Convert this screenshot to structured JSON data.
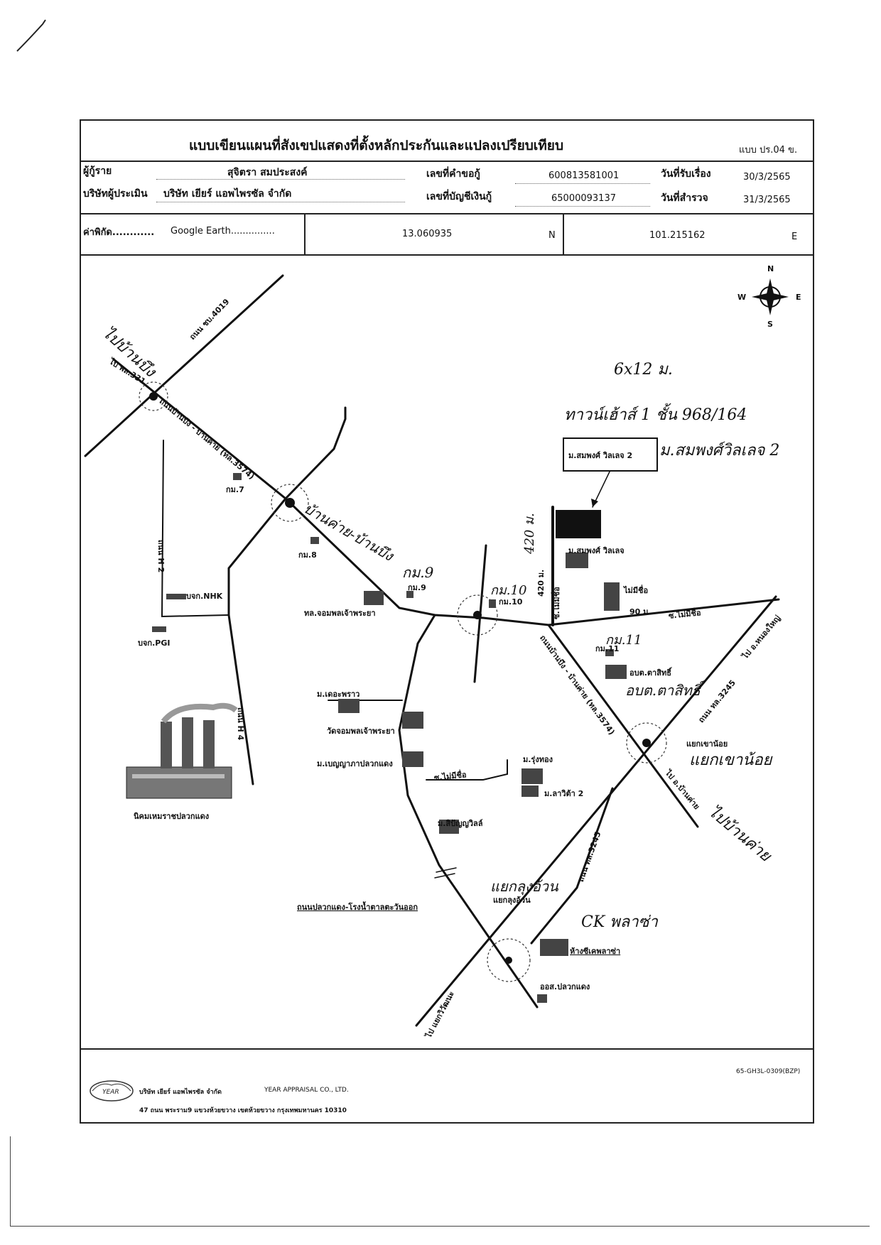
{
  "header": {
    "title": "แบบเขียนแผนที่สังเขปแสดงที่ตั้งหลักประกันและแปลงเปรียบเทียบ",
    "form_code": "แบบ ปร.04 ข."
  },
  "info": {
    "borrower_label": "ผู้กู้ราย",
    "borrower_value": "สุจิตรา สมประสงค์",
    "request_no_label": "เลขที่คำขอกู้",
    "request_no_value": "600813581001",
    "received_date_label": "วันที่รับเรื่อง",
    "received_date_value": "30/3/2565",
    "appraiser_label": "บริษัทผู้ประเมิน",
    "appraiser_value": "บริษัท เยียร์ แอพไพรซัล จำกัด",
    "account_no_label": "เลขที่บัญชีเงินกู้",
    "account_no_value": "65000093137",
    "survey_date_label": "วันที่สำรวจ",
    "survey_date_value": "31/3/2565"
  },
  "coords": {
    "label": "ค่าพิกัด............",
    "source": "Google Earth...............",
    "latitude": "13.060935",
    "lat_dir": "N",
    "longitude": "101.215162",
    "lon_dir": "E"
  },
  "compass": {
    "n": "N",
    "s": "S",
    "e": "E",
    "w": "W"
  },
  "map": {
    "road_4019": "ถนน ชบ.4019",
    "to_ban_bueng_331": "ไป พล.331",
    "road_banbueng_banchai": "ถนนบ้านบึง - บ้านค่าย (ทล.3574)",
    "road_banbueng_banchai_2": "ถนนบ้านบึง - บ้านค่าย (ทล.3574)",
    "km7": "กม.7",
    "km8": "กม.8",
    "km9": "กม.9",
    "km10": "กม.10",
    "km11": "กม.11",
    "road_h2": "ถนน H 2",
    "road_h4": "ถนน H 4",
    "ngv_station": "บจก.NHK",
    "ptt_station": "บจก.PGI",
    "camp": "ทล.จอมพลเจ้าพระยา",
    "village_callout": "ม.สมพงศ์ วิลเลจ 2",
    "village_block": "ม.สมพงศ์ วิลเลจ",
    "dist_420": "420 ม.",
    "soi_mai_mi_chue": "ซ.ไม่มีชื่อ",
    "mai_mi_chue": "ไม่มีชื่อ",
    "dist_90": "90 ม.",
    "soi_mai_mi_chue_2": "ซ.ไม่มีชื่อ",
    "to_nong_yai": "ไป อ.หนองใหญ่",
    "tambon_admin": "อบต.ตาสิทธิ์",
    "road_3245": "ถนน ทล.3245",
    "road_3245_b": "ถนน ทล.3245",
    "junction_khao_noi": "แยกเขาน้อย",
    "to_ban_khai": "ไป อ.บ้านค่าย",
    "village_coconut": "ม.เดอะพราว",
    "temple": "วัดจอมพลเจ้าพระยา",
    "village_benya": "ม.เบญญาภาปลวกแดง",
    "soi_unnamed_3": "ซ.ไม่มีชื่อ",
    "village_rungthong": "ม.รุ่งทอง",
    "village_lavita": "ม.ลาวิต้า 2",
    "village_siripanya": "ม.สิปัญญวิลล์",
    "industrial_estate": "นิคมเหมราชปลวกแดง",
    "road_pluak_daeng": "ถนนปลวกแดง-โรงน้ำตาลตะวันออก",
    "junction_kung_ao": "แยกลุงอ้วน",
    "mall": "ห้างซีเคพลาซ่า",
    "district_hospital": "ออส.ปลวกแดง",
    "to_wiwathana": "ไป แยกวิวัฒนะ",
    "hand_ban_bueng": "ไปบ้านบึง",
    "hand_size": "6x12 ม.",
    "hand_townhouse": "ทาวน์เฮ้าส์ 1 ชั้น 968/164",
    "hand_village": "ม.สมพงศ์วิลเลจ 2",
    "hand_road_name": "บ้านค่าย-บ้านบึง",
    "hand_km9": "กม.9",
    "hand_km10": "กม.10",
    "hand_420": "420 ม.",
    "hand_km11": "กม.11",
    "hand_obt": "อบต.ตาสิทธิ์",
    "hand_khao_noi": "แยกเขาน้อย",
    "hand_ban_khai": "ไปบ้านค่าย",
    "hand_kung_ao": "แยกลุงอ้วน",
    "hand_ck": "CK พลาซ่า"
  },
  "footer": {
    "doc_code": "65-GH3L-0309(BZP)",
    "company_th": "บริษัท เยียร์ แอพไพรซัล จำกัด",
    "company_en": "YEAR APPRAISAL CO., LTD.",
    "address": "47 ถนน พระราม9 แขวงห้วยขวาง เขตห้วยขวาง กรุงเทพมหานคร 10310",
    "logo_text": "YEAR"
  }
}
